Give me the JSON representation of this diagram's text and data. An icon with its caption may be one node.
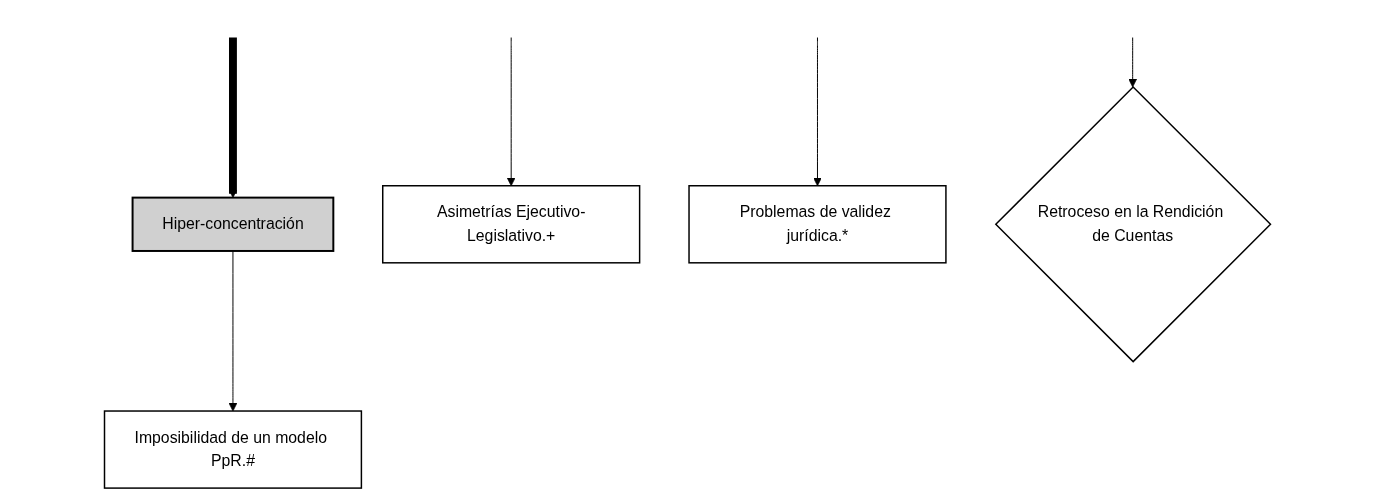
{
  "diagram": {
    "nodes": [
      {
        "text": [
          "Hiper-concentración"
        ]
      },
      {
        "text": [
          "Asimetrías Ejecutivo-Legislativo.+"
        ]
      },
      {
        "text": [
          "Imposibilidad de un modelo PpR.#"
        ]
      },
      {
        "text": [
          "Problemas de validez jurídica.*"
        ]
      },
      {
        "text": [
          "Retroceso en la Rendición de Cuentas"
        ]
      }
    ],
    "edges": [
      {
        "from": null,
        "to": 0,
        "arrow": "to",
        "style": "thick"
      },
      {
        "from": null,
        "to": 1,
        "arrow": "to"
      },
      {
        "from": 0,
        "to": 2,
        "arrow": "to"
      },
      {
        "from": null,
        "to": 3,
        "arrow": "to"
      },
      {
        "from": null,
        "to": 4,
        "arrow": "to"
      }
    ]
  }
}
